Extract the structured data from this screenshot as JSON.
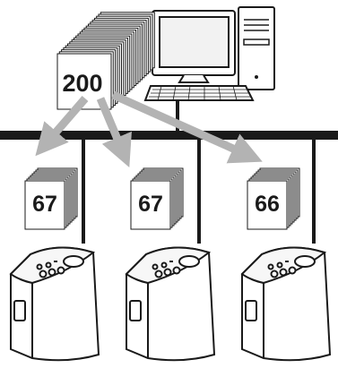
{
  "source_stack": {
    "label": "200"
  },
  "target_stacks": [
    {
      "label": "67"
    },
    {
      "label": "67"
    },
    {
      "label": "66"
    }
  ],
  "colors": {
    "line": "#1a1a1a",
    "arrow": "#b3b3b3",
    "paper": "#ffffff"
  },
  "icons": {
    "computer": "desktop-computer-icon",
    "printer": "label-printer-icon"
  }
}
